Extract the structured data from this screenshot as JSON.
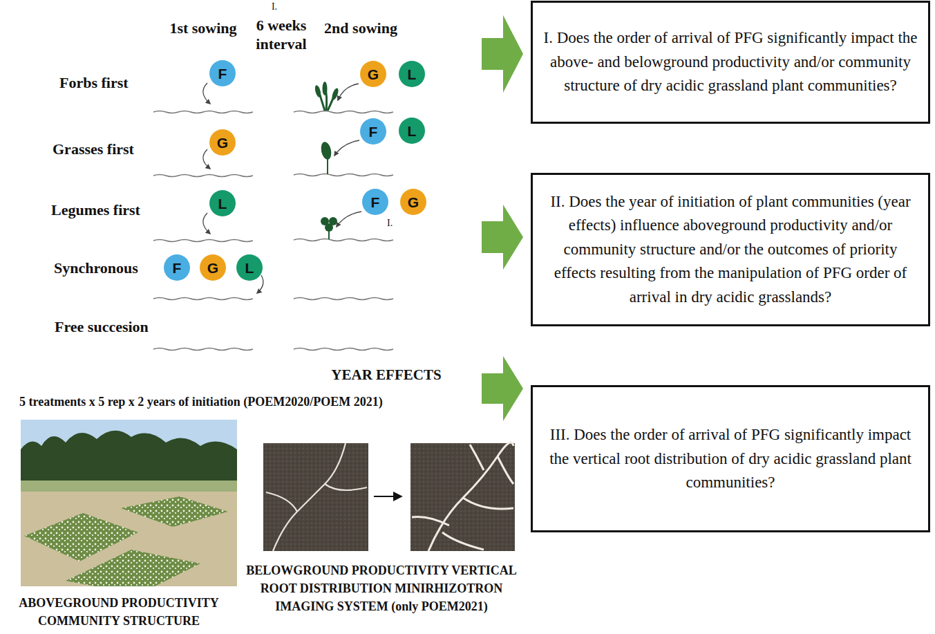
{
  "diagram": {
    "nodes": [
      {
        "text": [
          "F"
        ]
      },
      {
        "text": [
          "G"
        ]
      },
      {
        "text": [
          "L"
        ]
      },
      {
        "text": [
          "G"
        ]
      },
      {
        "text": [
          "F"
        ]
      },
      {
        "text": [
          "L"
        ]
      },
      {
        "text": [
          "L"
        ]
      },
      {
        "text": [
          "F"
        ]
      },
      {
        "text": [
          "G"
        ]
      },
      {
        "text": [
          "F"
        ]
      },
      {
        "text": [
          "G"
        ]
      },
      {
        "text": [
          "L"
        ]
      },
      {
        "text": [
          "I. Does the order of arrival of PFG significantly impact the above- and belowground productivity and/or community structure of dry acidic grassland plant communities?"
        ]
      },
      {
        "text": [
          "II. Does the year of initiation of plant communities (year effects) influence aboveground productivity and/or community structure and/or the outcomes of priority effects resulting from the manipulation of PFG order of arrival in dry acidic grasslands?"
        ]
      },
      {
        "text": [
          "III. Does the order of arrival of PFG significantly impact the vertical root distribution of dry acidic grassland plant communities?"
        ]
      }
    ],
    "labels": [
      "I.",
      "1st sowing",
      "6 weeks interval",
      "2nd sowing",
      "Forbs first",
      "Grasses first",
      "Legumes first",
      "I.",
      "Synchronous",
      "Free succesion",
      "YEAR EFFECTS",
      "5 treatments x 5 rep x 2 years of initiation (POEM2020/POEM 2021)",
      "BELOWGROUND PRODUCTIVITY VERTICAL ROOT DISTRIBUTION MINIRHIZOTRON IMAGING SYSTEM (only POEM2021)",
      "ABOVEGROUND PRODUCTIVITY COMMUNITY STRUCTURE"
    ]
  }
}
